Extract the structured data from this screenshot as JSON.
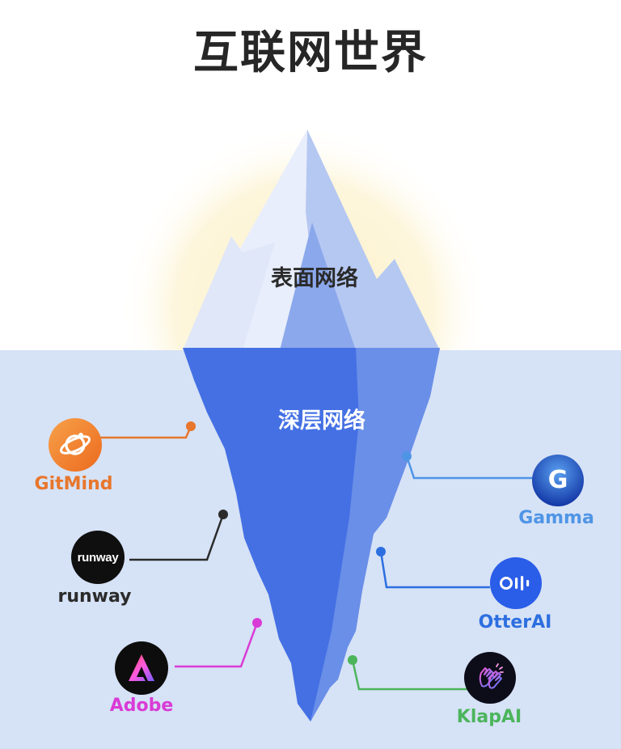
{
  "title": "互联网世界",
  "zones": {
    "surface": "表面网络",
    "deep": "深层网络"
  },
  "tools": [
    {
      "name": "GitMind",
      "color": "#e8762c",
      "icon": "planet-orbit-icon"
    },
    {
      "name": "runway",
      "color": "#2b2b2b",
      "icon": "runway-wordmark-icon"
    },
    {
      "name": "Adobe",
      "color": "#d93bd6",
      "icon": "adobe-express-icon"
    },
    {
      "name": "Gamma",
      "color": "#4f95e6",
      "icon": "gamma-g-icon"
    },
    {
      "name": "OtterAI",
      "color": "#2d6fe0",
      "icon": "otter-waveform-icon"
    },
    {
      "name": "KlapAI",
      "color": "#4cb55c",
      "icon": "clapping-hands-icon"
    }
  ],
  "runway_logo_text": "runway",
  "gamma_logo_text": "G",
  "colors": {
    "sky": "#ffffff",
    "sun_glow": "#fdf3d2",
    "water": "#d6e2f6",
    "ice_light": "#e8eefb",
    "ice_mid": "#b5c8f2",
    "ice_shadow": "#8ba8ec",
    "underwater_main": "#4470e4",
    "underwater_right": "#6a8fe8"
  }
}
